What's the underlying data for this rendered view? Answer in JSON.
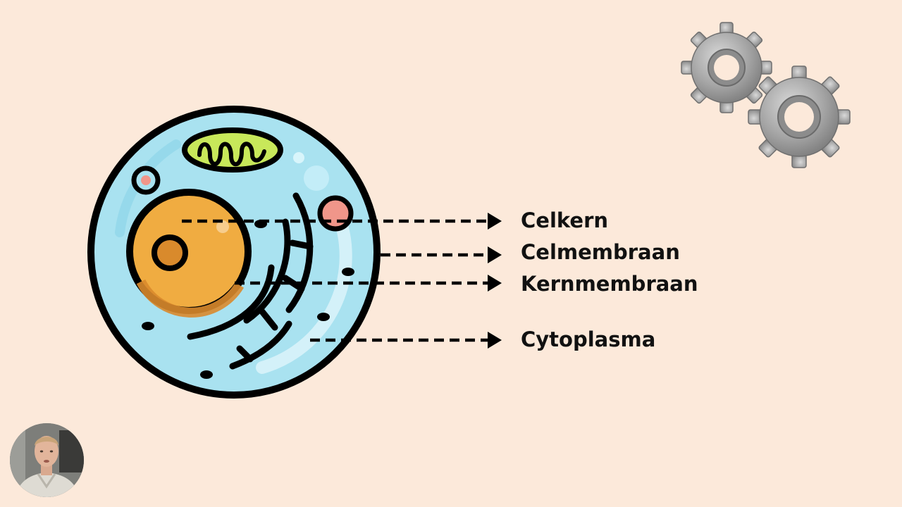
{
  "labels": {
    "celkern": "Celkern",
    "celmembraan": "Celmembraan",
    "kernmembraan": "Kernmembraan",
    "cytoplasma": "Cytoplasma"
  },
  "colors": {
    "background": "#fce9da",
    "cytoplasm": "#a9e2f0",
    "nucleus": "#f0ac41",
    "nucleolus": "#d98a2c",
    "mitochondrion": "#c8e85a",
    "vesicle": "#f0968a",
    "outline": "#000000",
    "gear": "#a8a8a8"
  },
  "icons": {
    "gears": "gears-icon",
    "cell": "animal-cell-illustration"
  }
}
